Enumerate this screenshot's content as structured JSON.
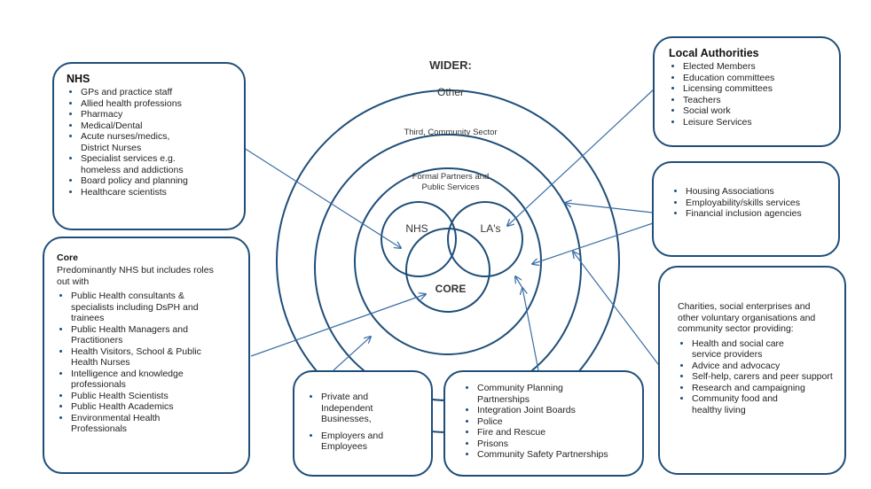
{
  "diagram": {
    "wider_title": "WIDER:",
    "other_label": "Other",
    "third_label": "Third, Community Sector",
    "formal_label_1": "Formal Partners and",
    "formal_label_2": "Public Services",
    "nhs_label": "NHS",
    "las_label": "LA's",
    "core_label": "CORE"
  },
  "nhs_box": {
    "title": "NHS",
    "items": [
      "GPs and practice staff",
      "Allied health professions",
      "Pharmacy",
      "Medical/Dental",
      "Acute nurses/medics, District Nurses",
      "Specialist services e.g. homeless and addictions",
      "Board policy and planning",
      "Healthcare scientists"
    ]
  },
  "core_box": {
    "title": "Core",
    "intro": "Predominantly NHS but includes roles out with",
    "items": [
      "Public Health consultants  & specialists including DsPH and trainees",
      "Public Health Managers and Practitioners",
      "Health Visitors, School & Public Health Nurses",
      "Intelligence and knowledge professionals",
      "Public Health Scientists",
      "Public Health Academics",
      "Environmental Health Professionals"
    ]
  },
  "la_box": {
    "title": "Local Authorities",
    "items": [
      "Elected Members",
      "Education committees",
      "Licensing committees",
      "Teachers",
      "Social work",
      "Leisure Services"
    ]
  },
  "housing_box": {
    "items": [
      "Housing Associations",
      "Employability/skills services",
      "Financial inclusion agencies"
    ]
  },
  "charities_box": {
    "intro": "Charities, social enterprises and other voluntary organisations and community sector providing:",
    "items": [
      "Health and social care service providers",
      "Advice and advocacy",
      "Self-help, carers and peer support",
      "Research and campaigning",
      "Community food and healthy living"
    ]
  },
  "private_box": {
    "items": [
      "Private and Independent Businesses,",
      "Employers and Employees"
    ]
  },
  "community_box": {
    "items": [
      "Community Planning Partnerships",
      "Integration Joint Boards",
      "Police",
      "Fire and Rescue",
      "Prisons",
      "Community Safety Partnerships"
    ]
  },
  "colors": {
    "line": "#1f4e79",
    "arrow": "#3a6ea5"
  }
}
